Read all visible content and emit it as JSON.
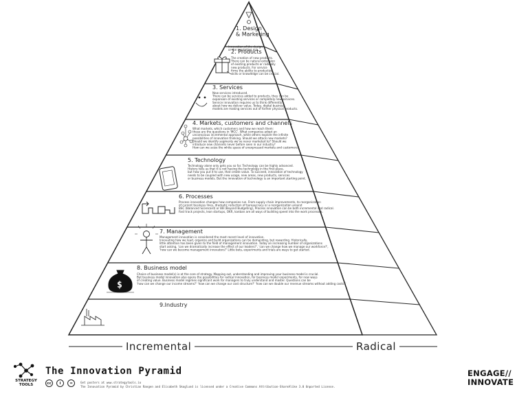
{
  "levels": [
    {
      "title": "1. Design\n& Marketing",
      "desc": [
        "Innovation of the design",
        "or the marketing mix."
      ]
    },
    {
      "title": "2. Products",
      "desc": [
        "The creation of new products.",
        "There can be natural extension",
        "of existing products or radically",
        "new products. For service",
        "firms the ability to productize",
        "skills or knowledge can be crucial."
      ]
    },
    {
      "title": "3. Services",
      "desc": [
        "New services introduced.",
        "There can be services added to products, they can be",
        "expansion of existing services or completely new services.",
        "Service innovation requires us to think differently",
        "about how we deliver value. Today, digital business",
        "models are making services out of former physical products."
      ]
    },
    {
      "title": "4. Markets, customers and channels",
      "desc": [
        "What markets, which customers and how we reach them:",
        "these are the questions in 'MCC'. What companies adopt an",
        "unconscious incremental approach, while others explore the infinite",
        "possibilities of innovation thinking. Should we attack new markets?",
        "Should we identify segments we've never marketed to? Should we",
        "introduce new channels never before seen in our industry?",
        "How can we seize the white space of unexpressed markets and customers?"
      ]
    },
    {
      "title": "5. Technology",
      "desc": [
        "Technology alone only gets you so far. Technology can be highly advanced.",
        "History tells us that it is not having the technology in the first place,",
        "but how you put it to use, that create value. To succeed, innovation of technology",
        "needs to be coupled with new usage, new areas, new products, services",
        "or business models. But the innovation of technology is an important starting point."
      ]
    },
    {
      "title": "6. Processes",
      "desc": [
        "Process innovation changes how companies run. From supply chain improvements, to reorganization",
        "of current business lines, dramatic reduction of bureaucracy or a reorganization around",
        "BSC (Balanced Scorecard) or BB (Beyond Budgeting), Process innovation can be both incremental and radical.",
        "Fast track projects, lean startups, OKR, kanban are all ways of building speed into the work processes."
      ]
    },
    {
      "title": "7. Management",
      "desc": [
        "Management innovation is considered the most recent level of innovation.",
        "Innovating how we lead, organize and build organizations can be demanding, but rewarding. Historically,",
        "little attention has been given to the field of management innovation. Today an increasing number of organizations",
        "start asking, 'can we dramatically increase the effect of our leaders?', 'can we change how we manage our workforce?',",
        "'how can we become management innovators?' Little bets, experiments and trials are ways to get started."
      ]
    },
    {
      "title": "8. Business model",
      "desc": [
        "Choice of business model(s) is at the core of strategy. Mapping out, understanding and improving your business model is crucial.",
        "But business model innovation also opens the possibilities for radical innovation, for business model experiments, for new ways",
        "of creating value. Business model regimes significant work for managers to truly understand and master. Questions can be",
        "'how can we change our income streams?' 'how can we change our cost structure?' 'how can we double our revenue streams without adding costs?'"
      ]
    },
    {
      "title": "9.Industry",
      "desc": []
    }
  ],
  "axis": {
    "left": "Incremental",
    "right": "Radical"
  },
  "footer": {
    "title": "The Innovation Pyramid",
    "note1": "Get posters at www.strategytools.io",
    "note2": "The Innovation Pyramid by Christian Rangen and Elisabeth Skoglund is licensed under a Creative Commons Attribution-ShareAlike 3.0 Unported License.",
    "logo_text": "STRATEGY\nTOOLS",
    "brand_top": "ENGAGE//",
    "brand_bottom": "INNOVATE",
    "cc_labels": [
      "cc",
      "i",
      "="
    ]
  },
  "icons": [
    "diamond-sketch-icon",
    "gift-box-icon",
    "smiley-face-icon",
    "customer-network-icon",
    "smartphone-icon",
    "process-flow-icon",
    "stick-figure-icon",
    "money-bag-icon",
    "factory-icon",
    "strategy-tools-logo-icon"
  ]
}
